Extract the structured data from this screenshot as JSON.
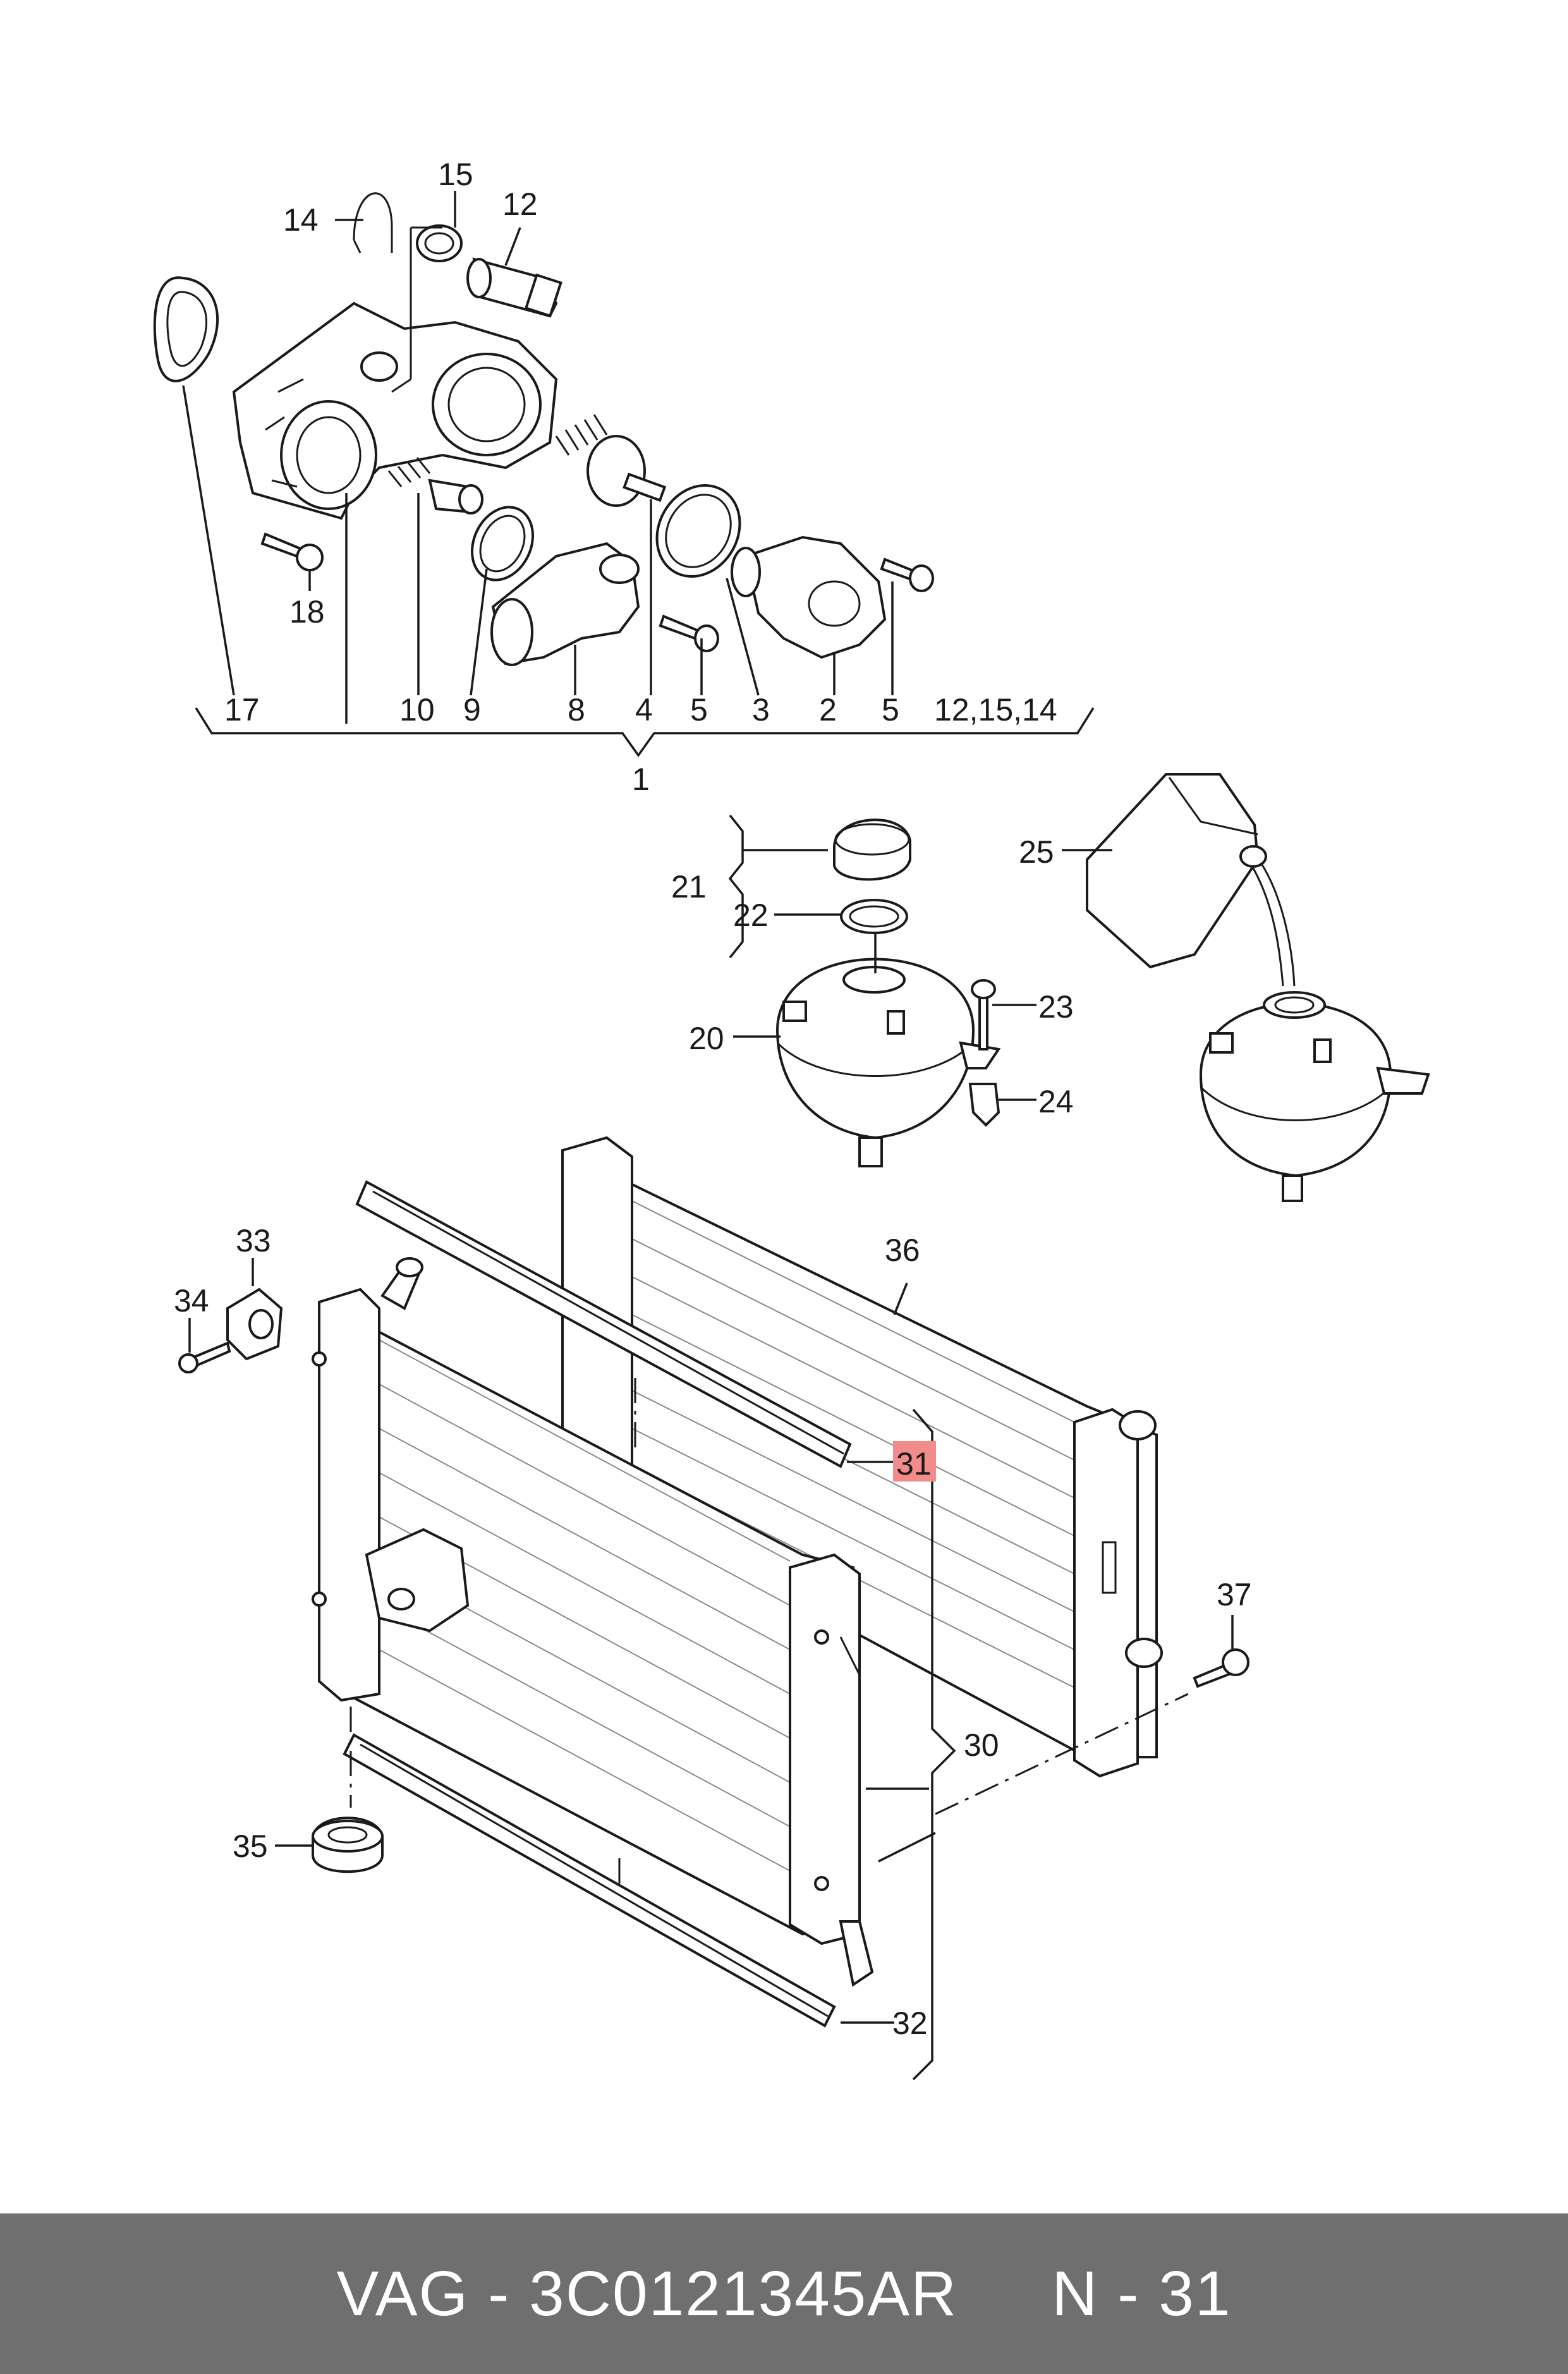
{
  "labels": {
    "p1": "1",
    "p2": "2",
    "p3": "3",
    "p4": "4",
    "p5a": "5",
    "p5b": "5",
    "p8": "8",
    "p9": "9",
    "p10": "10",
    "p12": "12",
    "p14": "14",
    "p15": "15",
    "p17": "17",
    "p18": "18",
    "p_group": "12,15,14",
    "p20": "20",
    "p21": "21",
    "p22": "22",
    "p23": "23",
    "p24": "24",
    "p25": "25",
    "p30": "30",
    "p31": "31",
    "p32": "32",
    "p33": "33",
    "p34": "34",
    "p35": "35",
    "p36": "36",
    "p37": "37"
  },
  "highlight": {
    "part": "31",
    "color": "#f28b8b"
  },
  "footer": {
    "text": "VAG - 3C0121345AR     N - 31",
    "background": "#6f6f6f"
  }
}
